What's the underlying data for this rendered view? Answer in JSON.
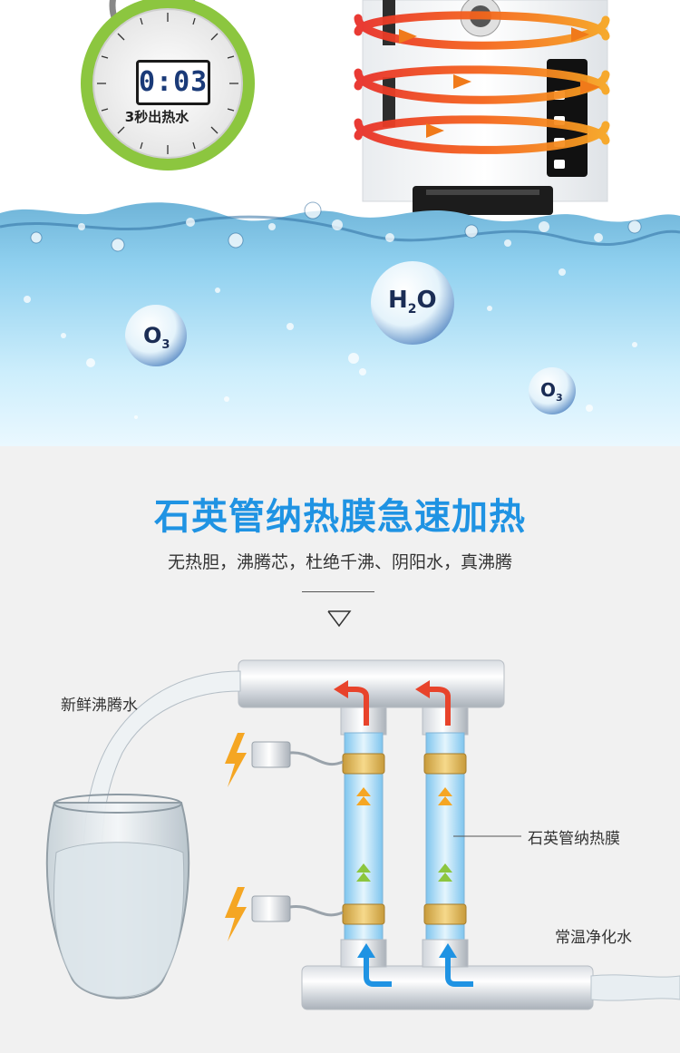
{
  "timer": {
    "display": "0:03",
    "caption": "3秒出热水"
  },
  "molecules": [
    {
      "symbol": "O",
      "sub": "3"
    },
    {
      "symbol": "H",
      "sub": "2",
      "tail": "O"
    },
    {
      "symbol": "O",
      "sub": "3"
    }
  ],
  "heading": "石英管纳热膜急速加热",
  "subheading": "无热胆，沸腾芯，杜绝千沸、阴阳水，真沸腾",
  "labels": {
    "fresh_water": "新鲜沸腾水",
    "quartz_film": "石英管纳热膜",
    "room_temp_water": "常温净化水"
  },
  "colors": {
    "accent_blue": "#1f93e3",
    "heat_orange": "#f07a1a",
    "lime_green": "#8cc63f",
    "arrow_red": "#e8432b",
    "bolt_yellow": "#f5a623"
  }
}
